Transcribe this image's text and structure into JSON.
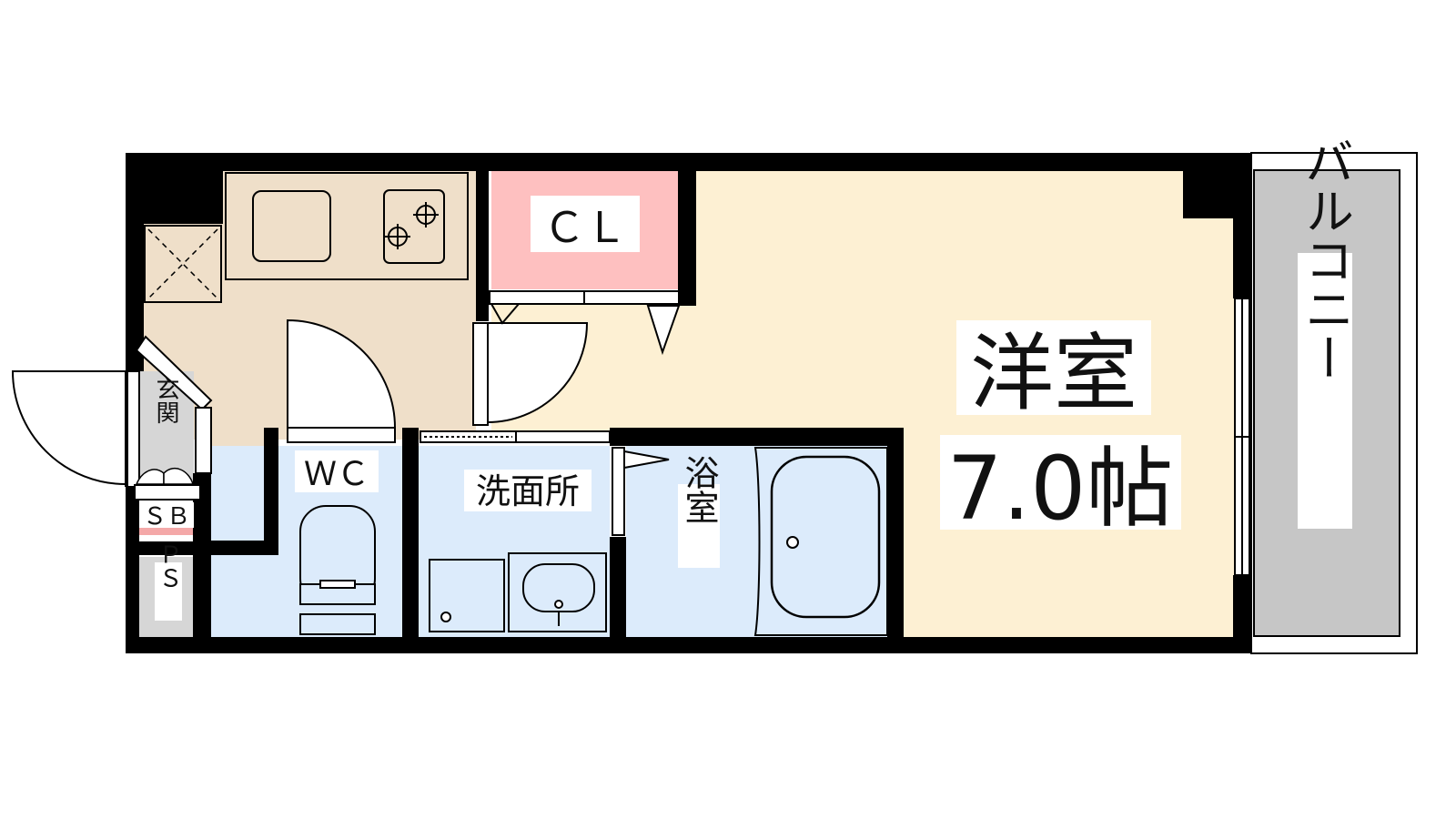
{
  "rooms": {
    "western": {
      "name": "洋室",
      "size": "7.0帖"
    },
    "closet": "ＣＬ",
    "balcony": "バルコニー",
    "toilet": "ＷＣ",
    "washroom": "洗面所",
    "bathroom": "浴室",
    "entrance": "玄関",
    "shoebox": "ＳＢ",
    "pipe_space": "ＰＳ"
  },
  "colors": {
    "wall": "#000000",
    "western_room": "#fdf0d3",
    "kitchen": "#efdfc9",
    "closet": "#fec0c0",
    "wet_area": "#dcebfb",
    "balcony": "#c6c6c6",
    "entrance": "#d6d6d6"
  }
}
